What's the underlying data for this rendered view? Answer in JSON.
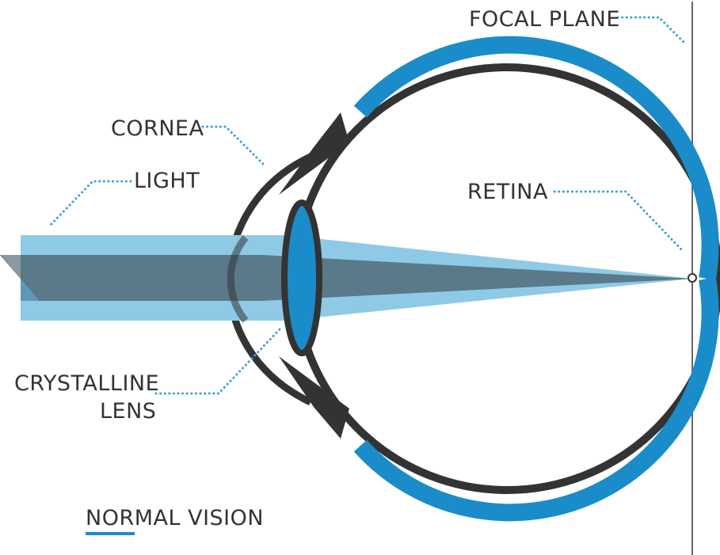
{
  "labels": {
    "focal_plane": "FOCAL PLANE",
    "cornea": "CORNEA",
    "light": "LIGHT",
    "retina": "RETINA",
    "crystalline_line1": "CRYSTALLINE",
    "crystalline_line2": "LENS"
  },
  "title": "NORMAL VISION",
  "colors": {
    "retina_blue": "#1a8cc9",
    "eye_outline": "#333333",
    "light_light": "#8ecae6",
    "light_mid": "#5d99b7",
    "light_dark": "#5a7786",
    "dotted_leader": "#3aa3d4",
    "text": "#333333"
  }
}
